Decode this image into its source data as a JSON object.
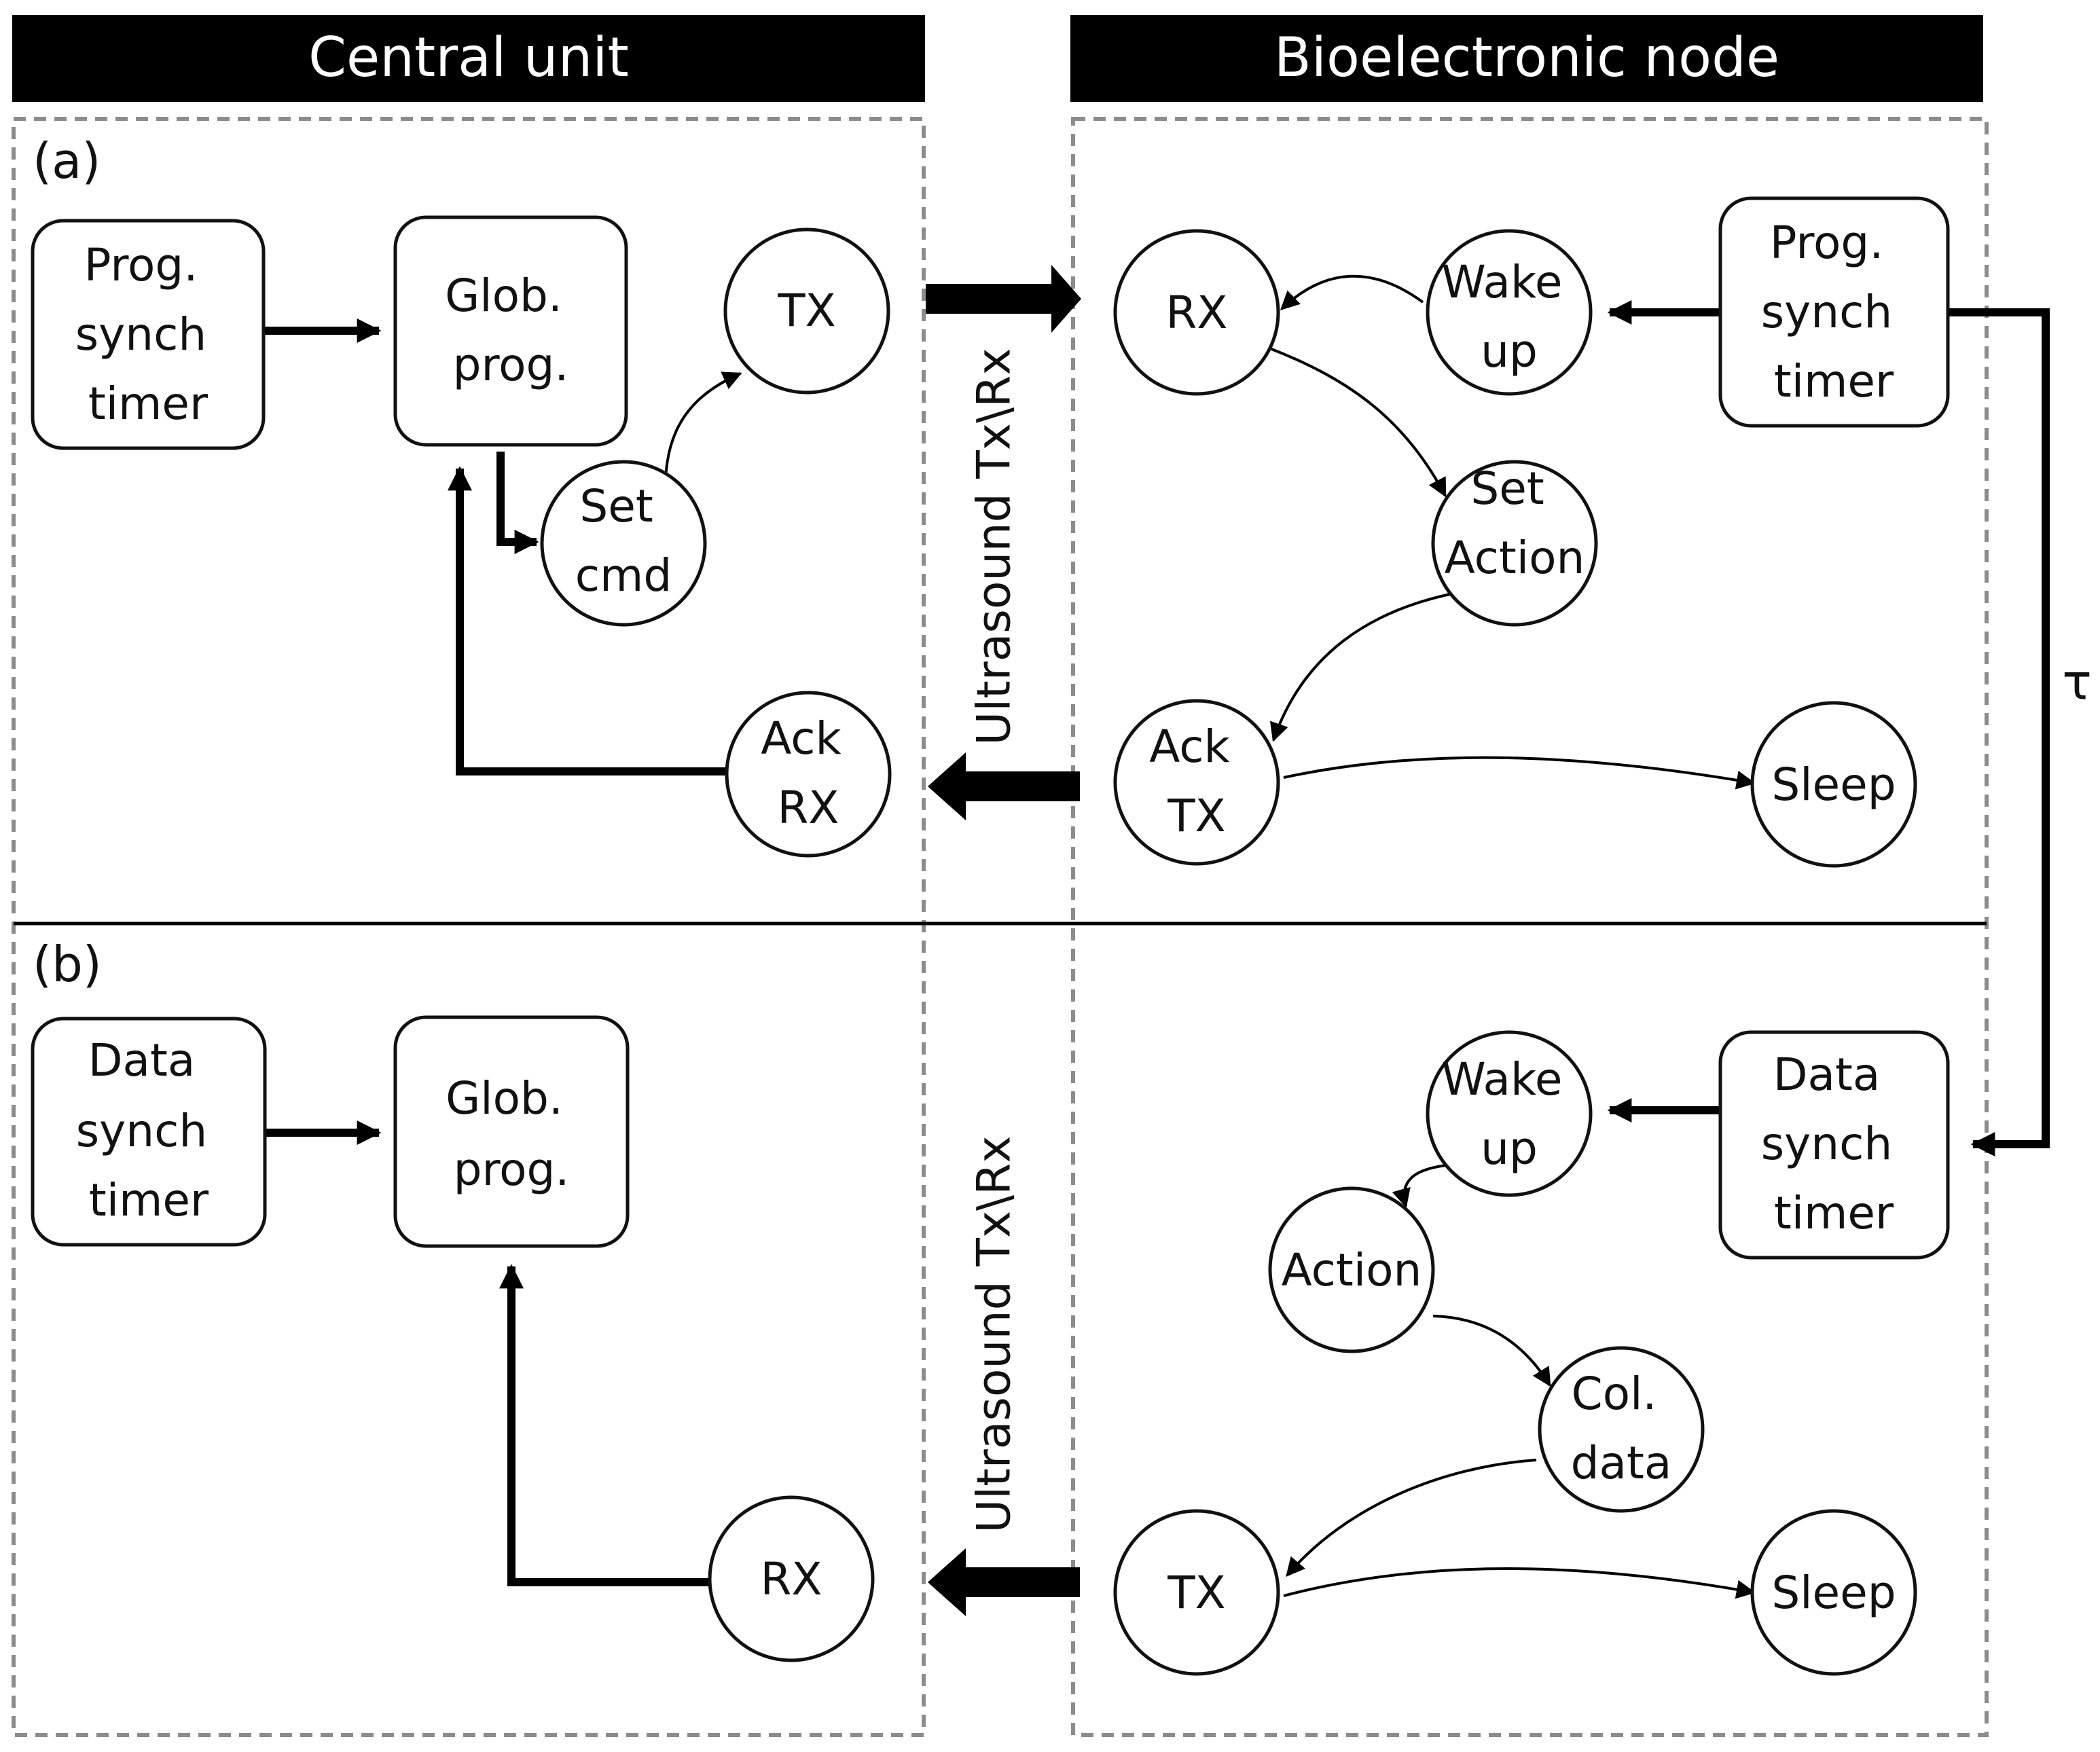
{
  "headers": {
    "central": "Central unit",
    "node": "Bioelectronic node"
  },
  "panels": {
    "a": "(a)",
    "b": "(b)"
  },
  "link_label": "Ultrasound Tx\\Rx",
  "tau": "τ",
  "central_a": {
    "timer": [
      "Prog.",
      "synch",
      "timer"
    ],
    "glob": [
      "Glob.",
      "prog."
    ],
    "tx": [
      "TX"
    ],
    "setcmd": [
      "Set",
      "cmd"
    ],
    "ackrx": [
      "Ack",
      "RX"
    ]
  },
  "node_a": {
    "timer": [
      "Prog.",
      "synch",
      "timer"
    ],
    "wake": [
      "Wake",
      "up"
    ],
    "rx": [
      "RX"
    ],
    "setaction": [
      "Set",
      "Action"
    ],
    "acktx": [
      "Ack",
      "TX"
    ],
    "sleep": [
      "Sleep"
    ]
  },
  "central_b": {
    "timer": [
      "Data",
      "synch",
      "timer"
    ],
    "glob": [
      "Glob.",
      "prog."
    ],
    "rx": [
      "RX"
    ]
  },
  "node_b": {
    "timer": [
      "Data",
      "synch",
      "timer"
    ],
    "wake": [
      "Wake",
      "up"
    ],
    "action": [
      "Action"
    ],
    "coldata": [
      "Col.",
      "data"
    ],
    "tx": [
      "TX"
    ],
    "sleep": [
      "Sleep"
    ]
  },
  "colors": {
    "line": "#000000",
    "dashed_border": "#8c8c8c",
    "header_bg": "#000000",
    "header_text": "#ffffff"
  }
}
